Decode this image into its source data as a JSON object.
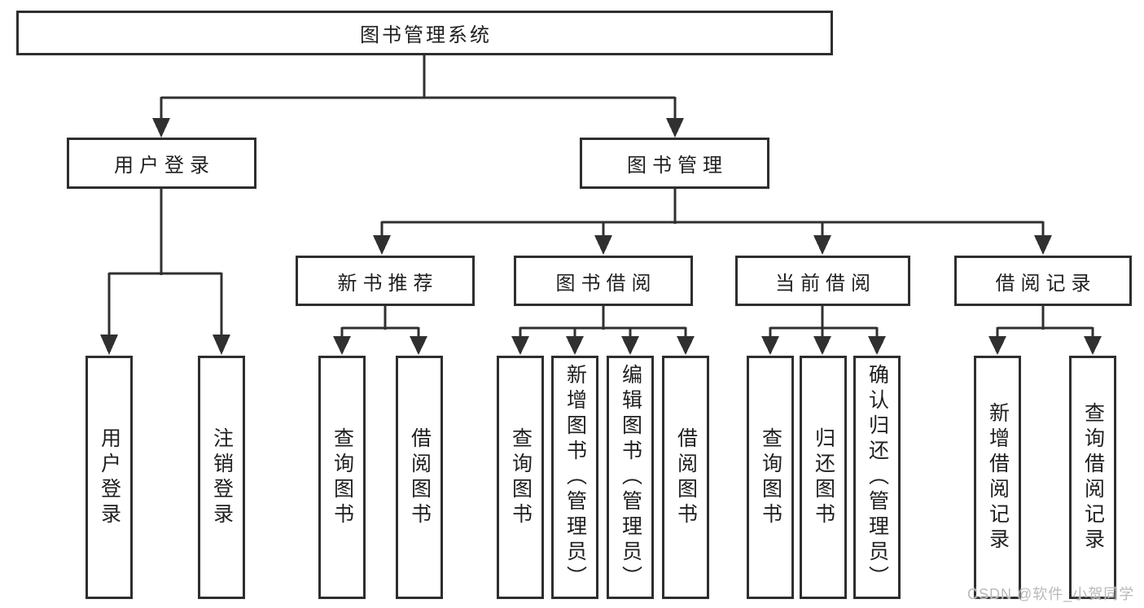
{
  "diagram": {
    "title": "图书管理系统",
    "colors": {
      "line": "#303030",
      "box_border": "#2e2e2e",
      "box_fill": "#ffffff",
      "text": "#1f1f1f",
      "watermark": "#b9b9b9"
    },
    "nodes": {
      "root": {
        "label": "图书管理系统"
      },
      "user_login": {
        "label": "用户登录"
      },
      "book_mgmt": {
        "label": "图书管理"
      },
      "new_book_rec": {
        "label": "新书推荐"
      },
      "book_borrow": {
        "label": "图书借阅"
      },
      "current_borrow": {
        "label": "当前借阅"
      },
      "borrow_records": {
        "label": "借阅记录"
      },
      "leaf_user_login": {
        "label": "用户登录"
      },
      "leaf_logout": {
        "label": "注销登录"
      },
      "leaf_query_books_rec": {
        "label": "查询图书"
      },
      "leaf_borrow_books_rec": {
        "label": "借阅图书"
      },
      "leaf_query_books_borrow": {
        "label": "查询图书"
      },
      "leaf_add_book": {
        "label": "新增图书（管理员）"
      },
      "leaf_edit_book": {
        "label": "编辑图书（管理员）"
      },
      "leaf_borrow_books_borrow": {
        "label": "借阅图书"
      },
      "leaf_query_books_current": {
        "label": "查询图书"
      },
      "leaf_return_book": {
        "label": "归还图书"
      },
      "leaf_confirm_return": {
        "label": "确认归还（管理员）"
      },
      "leaf_add_borrow_record": {
        "label": "新增借阅记录"
      },
      "leaf_query_borrow_record": {
        "label": "查询借阅记录"
      }
    },
    "watermark": "CSDN @软件_小贺同学"
  }
}
